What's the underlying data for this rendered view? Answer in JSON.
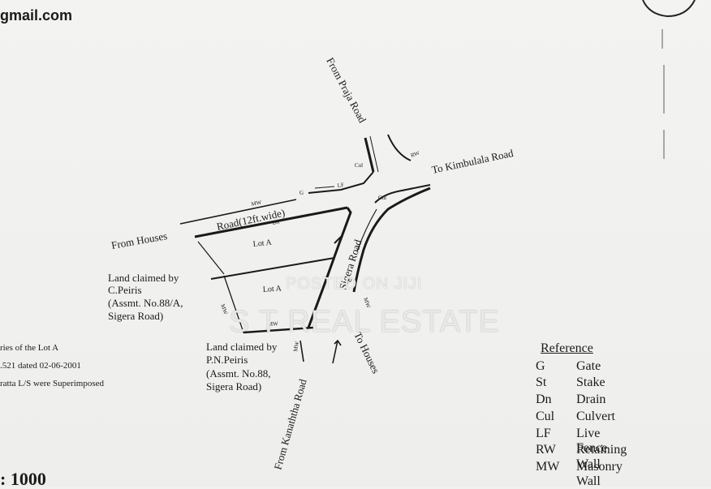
{
  "header": {
    "email_fragment": "gmail.com"
  },
  "scale": {
    "label": ": 1000"
  },
  "notes": [
    "ries of the Lot A",
    ".521 dated 02-06-2001",
    "ratta L/S were Superimposed"
  ],
  "plan": {
    "roads": {
      "from_praja": "From Praja Road",
      "to_kimbulala": "To Kimbulala Road",
      "from_houses": "From Houses",
      "road_12ft": "Road(12ft.wide)",
      "sigera_road": "Sigera Road",
      "to_houses": "To Houses",
      "from_kanaththa": "From Kanaththa Road"
    },
    "lots": {
      "lot_upper": "Lot A",
      "lot_lower": "Lot A"
    },
    "claims": {
      "c_peiris": [
        "Land claimed by",
        "C.Peiris",
        "(Assmt. No.88/A,",
        "Sigera Road)"
      ],
      "p_n_peiris": [
        "Land claimed by",
        "P.N.Peiris",
        "(Assmt. No.88,",
        "Sigera Road)"
      ]
    },
    "marks": {
      "rw": "RW",
      "cul": "Cul",
      "lf": "LF",
      "mw": "MW",
      "g": "G",
      "dn": "Dn"
    }
  },
  "legend": {
    "title": "Reference",
    "items": [
      {
        "code": "G",
        "meaning": "Gate"
      },
      {
        "code": "St",
        "meaning": "Stake"
      },
      {
        "code": "Dn",
        "meaning": "Drain"
      },
      {
        "code": "Cul",
        "meaning": "Culvert"
      },
      {
        "code": "LF",
        "meaning": "Live Fence"
      },
      {
        "code": "RW",
        "meaning": "Retaining Wall"
      },
      {
        "code": "MW",
        "meaning": "Masonry Wall"
      }
    ]
  },
  "watermark": {
    "small": "POSTED ON JIJI",
    "large": "S T REAL ESTATE"
  }
}
